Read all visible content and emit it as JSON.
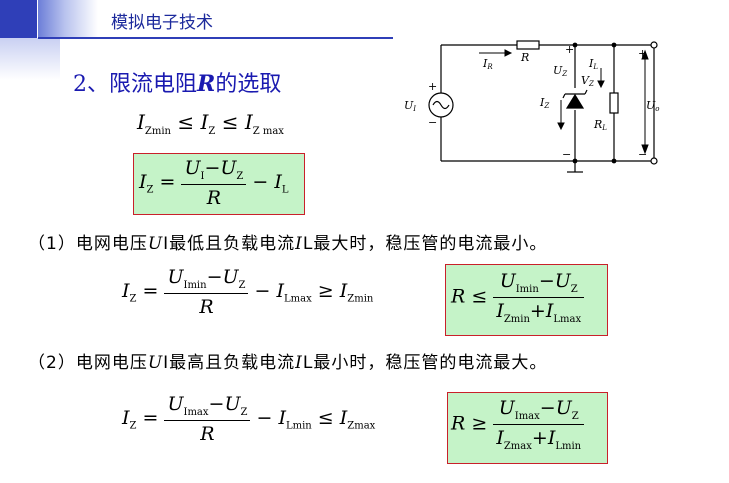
{
  "header": {
    "title": "模拟电子技术"
  },
  "section": {
    "number": "2、",
    "title_pre": "限流电阻",
    "title_var": "R",
    "title_post": "的选取"
  },
  "range_formula": {
    "lhs": "I",
    "lhs_sub": "Zmin",
    "op1": "≤",
    "mid": "I",
    "mid_sub": "Z",
    "op2": "≤",
    "rhs": "I",
    "rhs_sub": "Z max"
  },
  "iz_formula": {
    "lhs": "I",
    "lhs_sub": "Z",
    "eq": "=",
    "num_a": "U",
    "num_a_sub": "I",
    "num_op": "−",
    "num_b": "U",
    "num_b_sub": "Z",
    "den": "R",
    "minus": "−",
    "tail": "I",
    "tail_sub": "L"
  },
  "case1": {
    "text_a": "（1）电网电压",
    "var1": "U",
    "var1_sub": "I",
    "text_b": "最低且负载电流",
    "var2": "I",
    "var2_sub": "L",
    "text_c": "最大时，稳压管的电流最小。",
    "left": {
      "lhs": "I",
      "lhs_sub": "Z",
      "eq": "=",
      "num_a": "U",
      "num_a_sub": "Imin",
      "num_op": "−",
      "num_b": "U",
      "num_b_sub": "Z",
      "den": "R",
      "minus": "−",
      "tail": "I",
      "tail_sub": "Lmax",
      "cmp": "≥",
      "rhs": "I",
      "rhs_sub": "Zmin"
    },
    "right": {
      "lhs": "R",
      "cmp": "≤",
      "num_a": "U",
      "num_a_sub": "Imin",
      "num_op": "−",
      "num_b": "U",
      "num_b_sub": "Z",
      "den_a": "I",
      "den_a_sub": "Zmin",
      "den_op": "+",
      "den_b": "I",
      "den_b_sub": "Lmax"
    }
  },
  "case2": {
    "text_a": "（2）电网电压",
    "var1": "U",
    "var1_sub": "I",
    "text_b": "最高且负载电流",
    "var2": "I",
    "var2_sub": "L",
    "text_c": "最小时，稳压管的电流最大。",
    "left": {
      "lhs": "I",
      "lhs_sub": "Z",
      "eq": "=",
      "num_a": "U",
      "num_a_sub": "Imax",
      "num_op": "−",
      "num_b": "U",
      "num_b_sub": "Z",
      "den": "R",
      "minus": "−",
      "tail": "I",
      "tail_sub": "Lmin",
      "cmp": "≤",
      "rhs": "I",
      "rhs_sub": "Zmax"
    },
    "right": {
      "lhs": "R",
      "cmp": "≥",
      "num_a": "U",
      "num_a_sub": "Imax",
      "num_op": "−",
      "num_b": "U",
      "num_b_sub": "Z",
      "den_a": "I",
      "den_a_sub": "Zmax",
      "den_op": "+",
      "den_b": "I",
      "den_b_sub": "Lmin"
    }
  },
  "circuit": {
    "labels": {
      "ir": "I",
      "ir_sub": "R",
      "r": "R",
      "plus_top": "+",
      "iz_top": "I",
      "iz_top_sub": "L",
      "uz": "U",
      "uz_sub": "Z",
      "vz": "V",
      "vz_sub": "Z",
      "plus_right": "+",
      "u1": "U",
      "u1_sub": "I",
      "plus_u1": "+",
      "minus_u1": "−",
      "iz": "I",
      "iz_sub": "Z",
      "rl": "R",
      "rl_sub": "L",
      "uo": "U",
      "uo_sub": "o",
      "minus_mid": "−",
      "minus_right": "−"
    }
  }
}
